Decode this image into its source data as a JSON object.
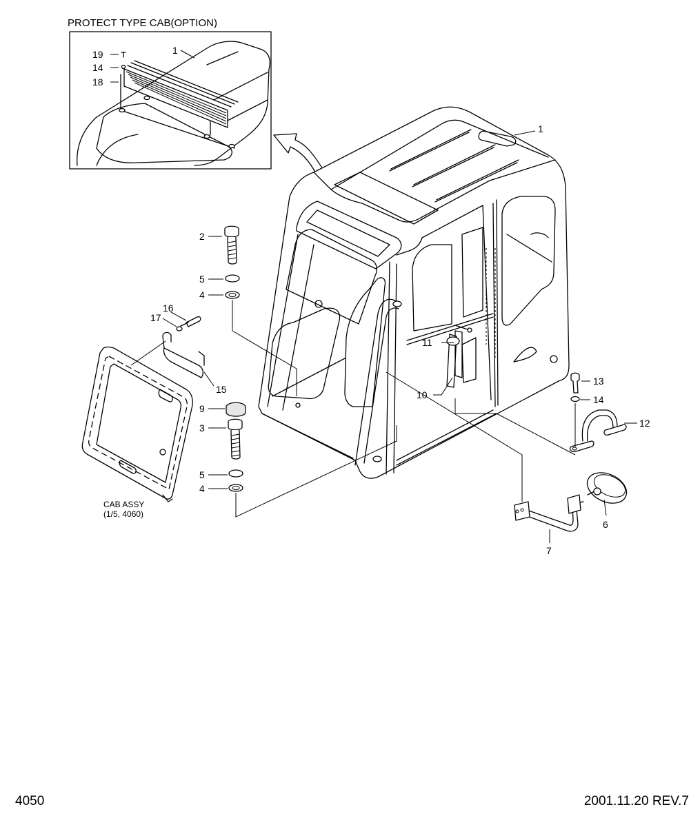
{
  "inset": {
    "title": "PROTECT TYPE CAB(OPTION)"
  },
  "callouts": {
    "inset_1": "1",
    "inset_19": "19",
    "inset_14": "14",
    "inset_18": "18",
    "p1": "1",
    "p2": "2",
    "p3": "3",
    "p4a": "4",
    "p4b": "4",
    "p5a": "5",
    "p5b": "5",
    "p6": "6",
    "p7": "7",
    "p9": "9",
    "p10": "10",
    "p11": "11",
    "p12": "12",
    "p13": "13",
    "p14": "14",
    "p15": "15",
    "p16": "16",
    "p17": "17"
  },
  "cab_assy": {
    "line1": "CAB ASSY",
    "line2": "(1/5, 4060)"
  },
  "footer": {
    "page_number": "4050",
    "revision": "2001.11.20 REV.7"
  }
}
